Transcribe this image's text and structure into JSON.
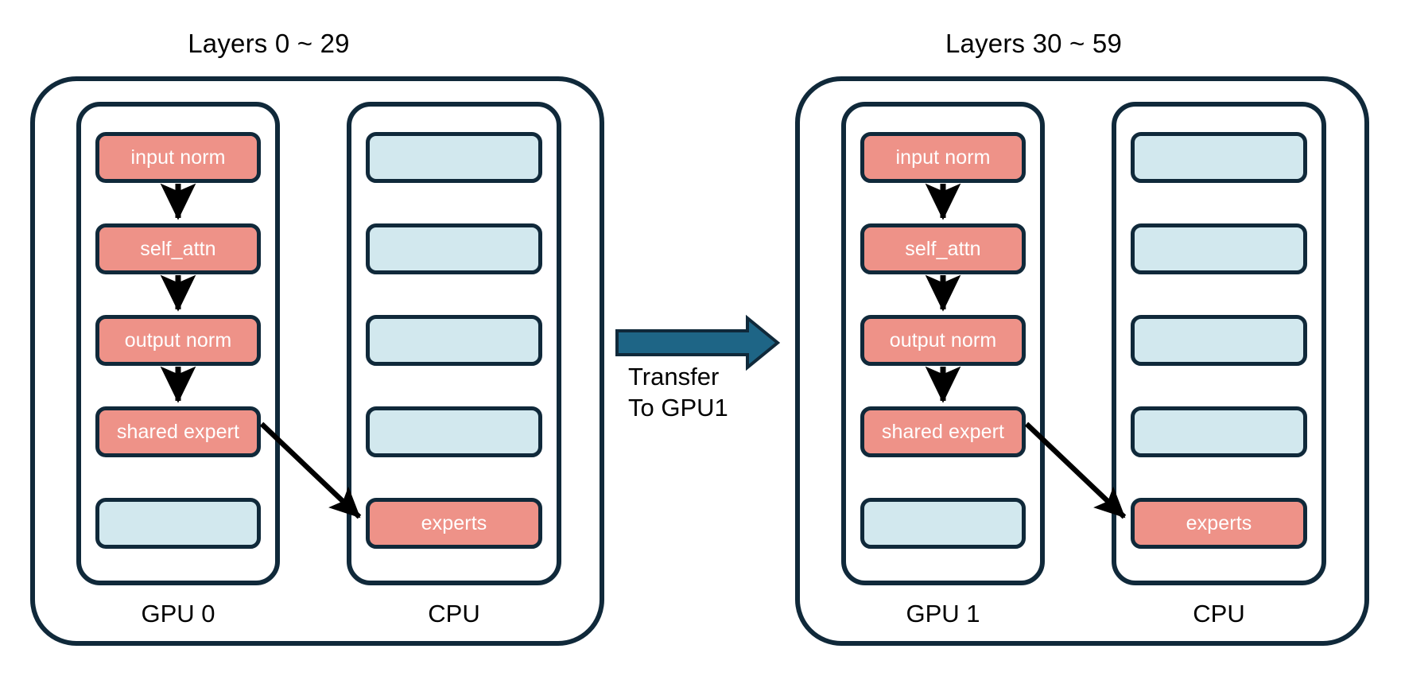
{
  "page": {
    "background": "#ffffff",
    "outline_color": "#10293A",
    "gpu_block_color": "#EE9288",
    "cpu_block_color": "#D2E8EE",
    "transfer_arrow_color": "#1E6586",
    "flow_arrow_color": "#000000"
  },
  "groups": [
    {
      "title": "Layers 0 ~ 29",
      "columns": [
        {
          "label": "GPU 0",
          "blocks": [
            {
              "text": "input norm",
              "kind": "salmon"
            },
            {
              "text": "self_attn",
              "kind": "salmon"
            },
            {
              "text": "output norm",
              "kind": "salmon"
            },
            {
              "text": "shared expert",
              "kind": "salmon"
            },
            {
              "text": "",
              "kind": "blue"
            }
          ]
        },
        {
          "label": "CPU",
          "blocks": [
            {
              "text": "",
              "kind": "blue"
            },
            {
              "text": "",
              "kind": "blue"
            },
            {
              "text": "",
              "kind": "blue"
            },
            {
              "text": "",
              "kind": "blue"
            },
            {
              "text": "experts",
              "kind": "salmon"
            }
          ]
        }
      ]
    },
    {
      "title": "Layers 30 ~ 59",
      "columns": [
        {
          "label": "GPU 1",
          "blocks": [
            {
              "text": "input norm",
              "kind": "salmon"
            },
            {
              "text": "self_attn",
              "kind": "salmon"
            },
            {
              "text": "output norm",
              "kind": "salmon"
            },
            {
              "text": "shared expert",
              "kind": "salmon"
            },
            {
              "text": "",
              "kind": "blue"
            }
          ]
        },
        {
          "label": "CPU",
          "blocks": [
            {
              "text": "",
              "kind": "blue"
            },
            {
              "text": "",
              "kind": "blue"
            },
            {
              "text": "",
              "kind": "blue"
            },
            {
              "text": "",
              "kind": "blue"
            },
            {
              "text": "experts",
              "kind": "salmon"
            }
          ]
        }
      ]
    }
  ],
  "transfer": {
    "line1": "Transfer",
    "line2": "To GPU1"
  }
}
